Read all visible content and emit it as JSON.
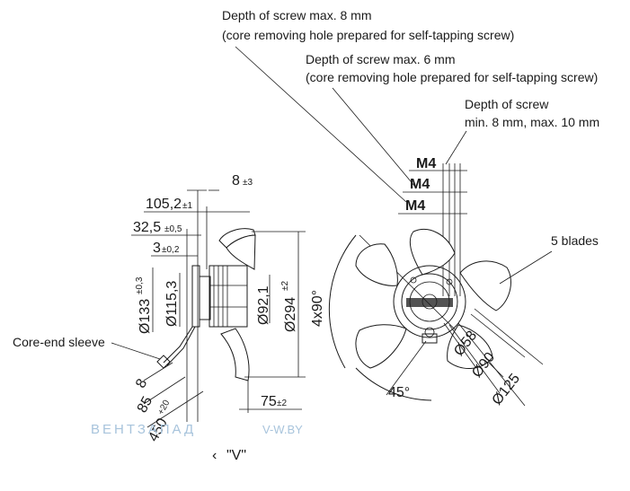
{
  "notes": {
    "screw8_line1": "Depth of screw max. 8 mm",
    "screw8_line2": "(core removing hole prepared for self-tapping screw)",
    "screw6_line1": "Depth of screw max. 6 mm",
    "screw6_line2": "(core removing hole prepared for self-tapping screw)",
    "screw10_line1": "Depth of screw",
    "screw10_line2": "min. 8 mm, max. 10 mm",
    "blades": "5 blades",
    "core_end_sleeve": "Core-end sleeve"
  },
  "threads": {
    "m4_a": "M4",
    "m4_b": "M4",
    "m4_c": "M4"
  },
  "side_view": {
    "d8": "8",
    "d8_tol": "±3",
    "d105": "105,2",
    "d105_tol": "±1",
    "d32": "32,5",
    "d32_tol": "±0,5",
    "d3": "3",
    "d3_tol": "±0,2",
    "d133": "Ø133",
    "d133_tol": "±0,3",
    "d115": "Ø115,3",
    "d92": "Ø92,1",
    "d294": "Ø294",
    "d294_tol": "±2",
    "d4x90": "4x90°",
    "cable8": "8",
    "cable85": "85",
    "cable450": "450",
    "cable450_tol": "+20",
    "d75": "75",
    "d75_tol": "±2"
  },
  "front_view": {
    "d58": "Ø58",
    "d90": "Ø90",
    "d125": "Ø125",
    "angle45": "45°"
  },
  "view_label": "\"V\"",
  "watermark": {
    "left": "ВЕНТЗАПАД",
    "right": "V-W.BY"
  },
  "colors": {
    "ink": "#1a1a1a",
    "watermark": "#a8c4dc"
  }
}
